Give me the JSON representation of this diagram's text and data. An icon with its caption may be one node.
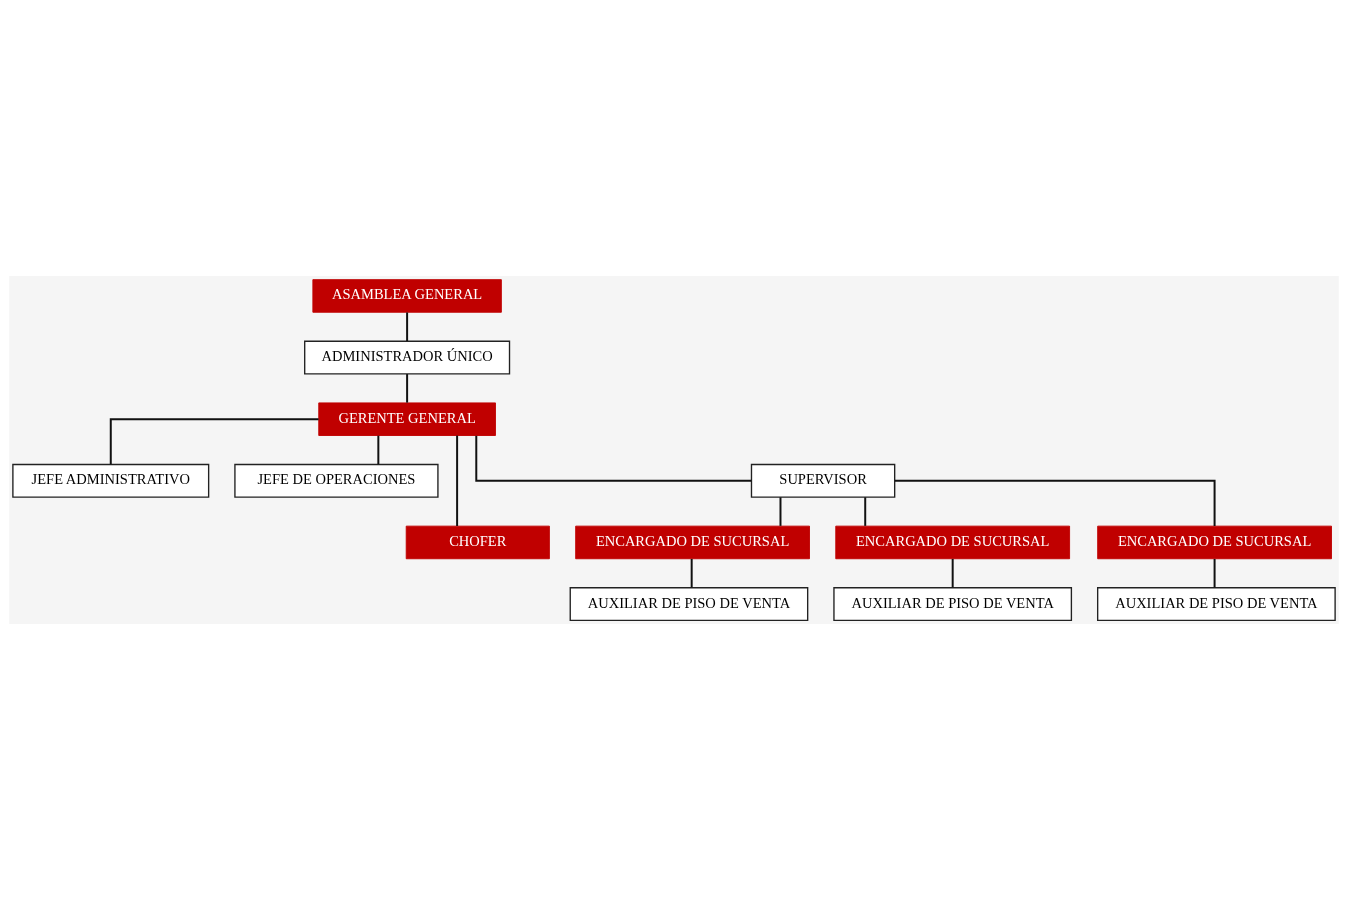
{
  "diagram": {
    "nodes": [
      {
        "text": [
          "ASAMBLEA GENERAL"
        ]
      },
      {
        "text": [
          "ADMINISTRADOR ÚNICO"
        ]
      },
      {
        "text": [
          "GERENTE GENERAL"
        ]
      },
      {
        "text": [
          "JEFE ADMINISTRATIVO"
        ]
      },
      {
        "text": [
          "JEFE DE OPERACIONES"
        ]
      },
      {
        "text": [
          "CHOFER"
        ]
      },
      {
        "text": [
          "SUPERVISOR"
        ]
      },
      {
        "text": [
          "ENCARGADO DE SUCURSAL"
        ]
      },
      {
        "text": [
          "ENCARGADO DE SUCURSAL"
        ]
      },
      {
        "text": [
          "ENCARGADO DE SUCURSAL"
        ]
      },
      {
        "text": [
          "AUXILIAR DE PISO DE VENTA"
        ]
      },
      {
        "text": [
          "AUXILIAR DE PISO DE VENTA"
        ]
      },
      {
        "text": [
          "AUXILIAR DE PISO DE VENTA"
        ]
      }
    ],
    "edges": [
      {
        "from": 0,
        "to": 1,
        "arrow": "none"
      },
      {
        "from": 1,
        "to": 2,
        "arrow": "none"
      },
      {
        "from": 2,
        "to": 3,
        "arrow": "none"
      },
      {
        "from": 2,
        "to": 4,
        "arrow": "none"
      },
      {
        "from": 2,
        "to": 5,
        "arrow": "none"
      },
      {
        "from": 2,
        "to": 6,
        "arrow": "none"
      },
      {
        "from": 6,
        "to": 7,
        "arrow": "none"
      },
      {
        "from": 6,
        "to": 8,
        "arrow": "none"
      },
      {
        "from": 6,
        "to": 9,
        "arrow": "none"
      },
      {
        "from": 7,
        "to": 10,
        "arrow": "none"
      },
      {
        "from": 8,
        "to": 11,
        "arrow": "none"
      },
      {
        "from": 9,
        "to": 12,
        "arrow": "none"
      }
    ]
  }
}
